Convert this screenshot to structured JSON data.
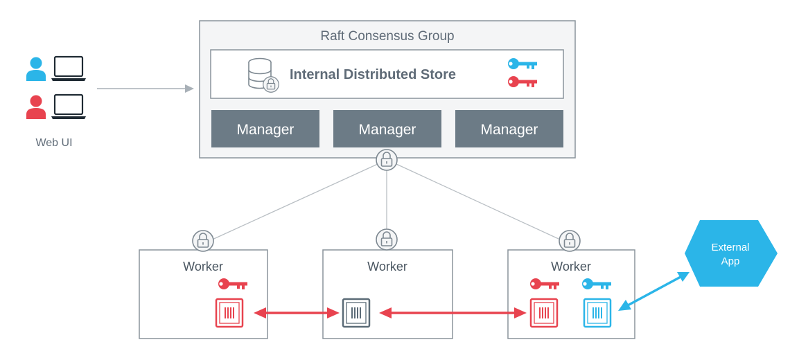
{
  "raft_group": {
    "title": "Raft Consensus Group",
    "store_label": "Internal Distributed Store",
    "managers": [
      "Manager",
      "Manager",
      "Manager"
    ]
  },
  "web_ui": {
    "label": "Web UI"
  },
  "workers": [
    {
      "label": "Worker"
    },
    {
      "label": "Worker"
    },
    {
      "label": "Worker"
    }
  ],
  "external_app": {
    "line1": "External",
    "line2": "App"
  },
  "colors": {
    "blue": "#2bb5e8",
    "red": "#e8434f",
    "manager_gray": "#6c7b86",
    "container_gray": "#5b6b77",
    "border": "#8a949c",
    "line": "#b9bfc4"
  },
  "icons": [
    "user-icon",
    "laptop-icon",
    "database-icon",
    "key-icon",
    "lock-icon",
    "container-icon"
  ]
}
